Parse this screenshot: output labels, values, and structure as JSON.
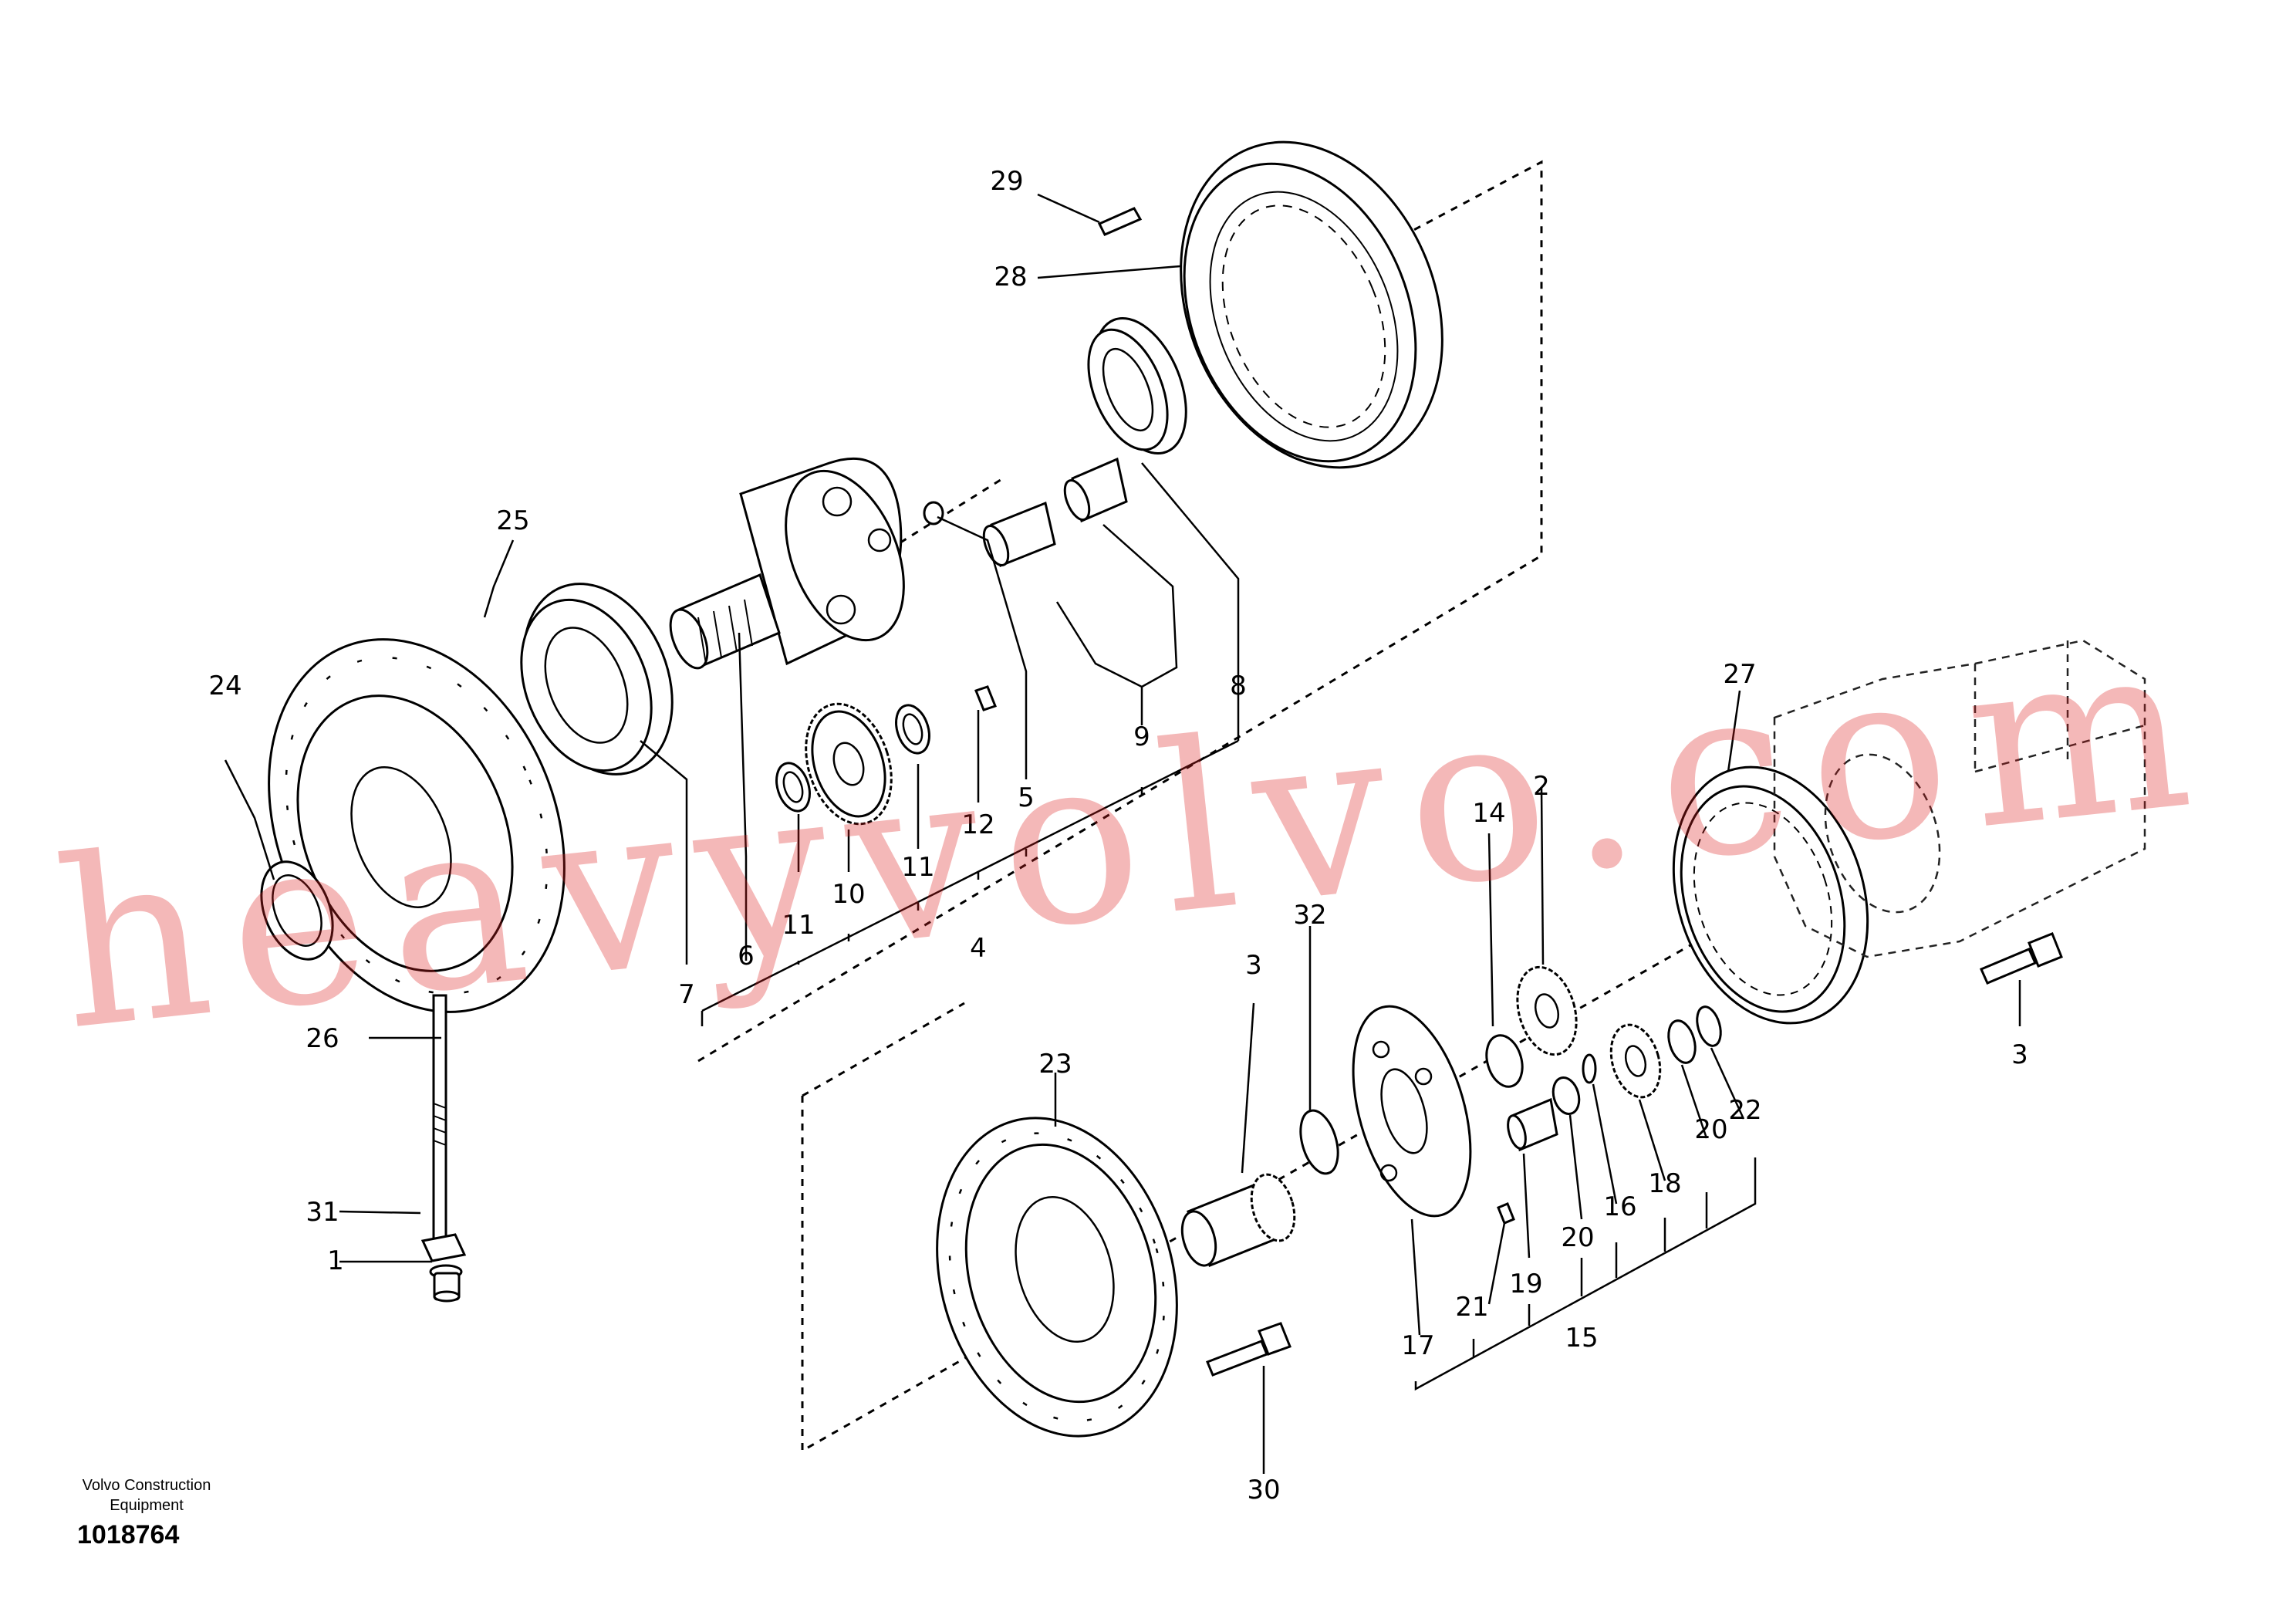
{
  "diagram": {
    "watermark": "heavyvolvo.com",
    "brand_line1": "Volvo Construction",
    "brand_line2": "Equipment",
    "drawing_number": "1018764",
    "callouts": {
      "c1": "1",
      "c2": "2",
      "c3a": "3",
      "c3b": "3",
      "c4": "4",
      "c5": "5",
      "c6": "6",
      "c7": "7",
      "c8": "8",
      "c9": "9",
      "c10": "10",
      "c11a": "11",
      "c11b": "11",
      "c12": "12",
      "c14": "14",
      "c15": "15",
      "c16": "16",
      "c17": "17",
      "c18": "18",
      "c19": "19",
      "c20a": "20",
      "c20b": "20",
      "c21": "21",
      "c22": "22",
      "c23": "23",
      "c24": "24",
      "c25": "25",
      "c26": "26",
      "c27": "27",
      "c28": "28",
      "c29": "29",
      "c30": "30",
      "c31": "31",
      "c32": "32"
    }
  }
}
